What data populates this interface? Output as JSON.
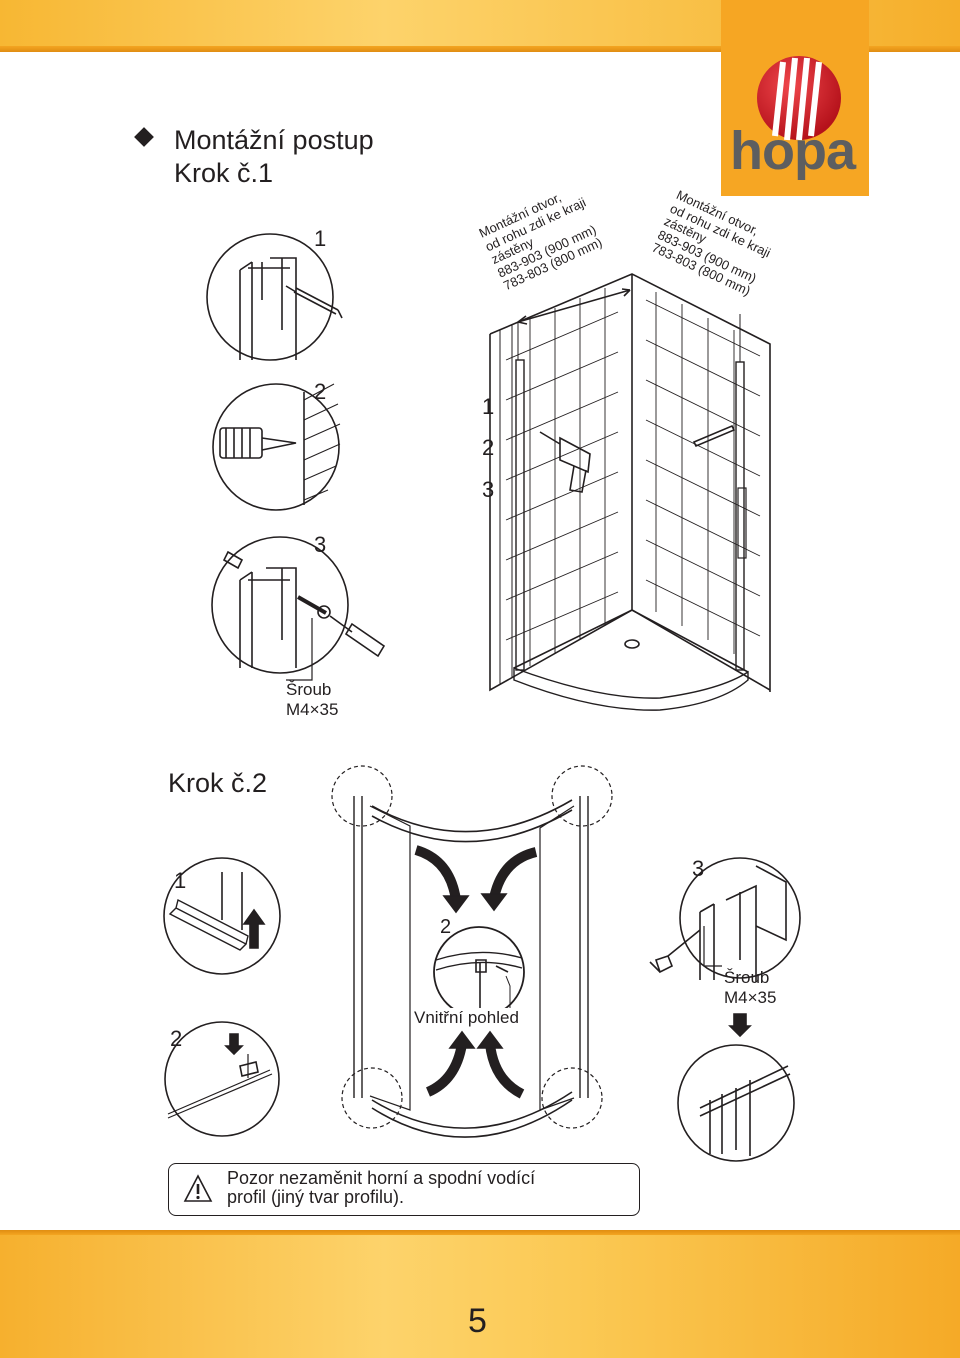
{
  "header": {
    "logo_text": "hopa"
  },
  "step1": {
    "title": "Montážní postup",
    "step_label": "Krok č.1",
    "callout_left": "Montážní otvor,\nod rohu zdi ke kraji\nzástěny\n883-903 (900 mm)\n783-803 (800 mm)",
    "callout_right": "Montážní otvor,\nod rohu zdi ke kraji\nzástěny\n883-903 (900 mm)\n783-803 (800 mm)",
    "markers": [
      "1",
      "2",
      "3"
    ],
    "screw_label": "Šroub\nM4×35"
  },
  "step2": {
    "step_label": "Krok č.2",
    "markers": [
      "1",
      "2",
      "2",
      "3"
    ],
    "inner_view_label": "Vnitřní pohled",
    "screw_label": "Šroub\nM4×35"
  },
  "warning": {
    "icon": "warning-triangle-icon",
    "text": "Pozor nezaměnit horní a spodní vodící\nprofil (jiný tvar profilu)."
  },
  "footer": {
    "page_number": "5"
  },
  "colors": {
    "band": "#f7b733",
    "logo_bg": "#f6a623",
    "logo_ball": "#d8202a",
    "logo_text": "#5d5e60",
    "ink": "#231f20"
  }
}
